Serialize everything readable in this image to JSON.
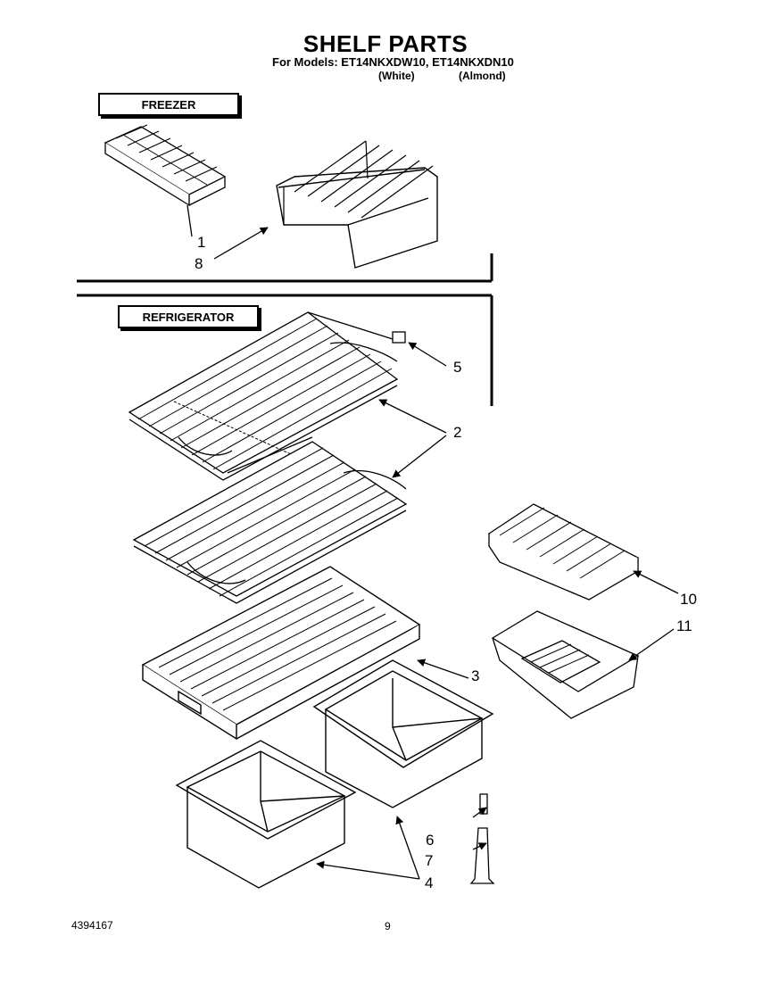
{
  "header": {
    "title": "SHELF PARTS",
    "models_line": "For Models: ET14NKXDW10, ET14NKXDN10",
    "variant_white": "(White)",
    "variant_almond": "(Almond)"
  },
  "sections": {
    "freezer": "FREEZER",
    "refrigerator": "REFRIGERATOR"
  },
  "callouts": [
    "1",
    "8",
    "5",
    "2",
    "10",
    "11",
    "3",
    "6",
    "7",
    "4"
  ],
  "footer": {
    "doc_number": "4394167",
    "page_number": "9"
  }
}
